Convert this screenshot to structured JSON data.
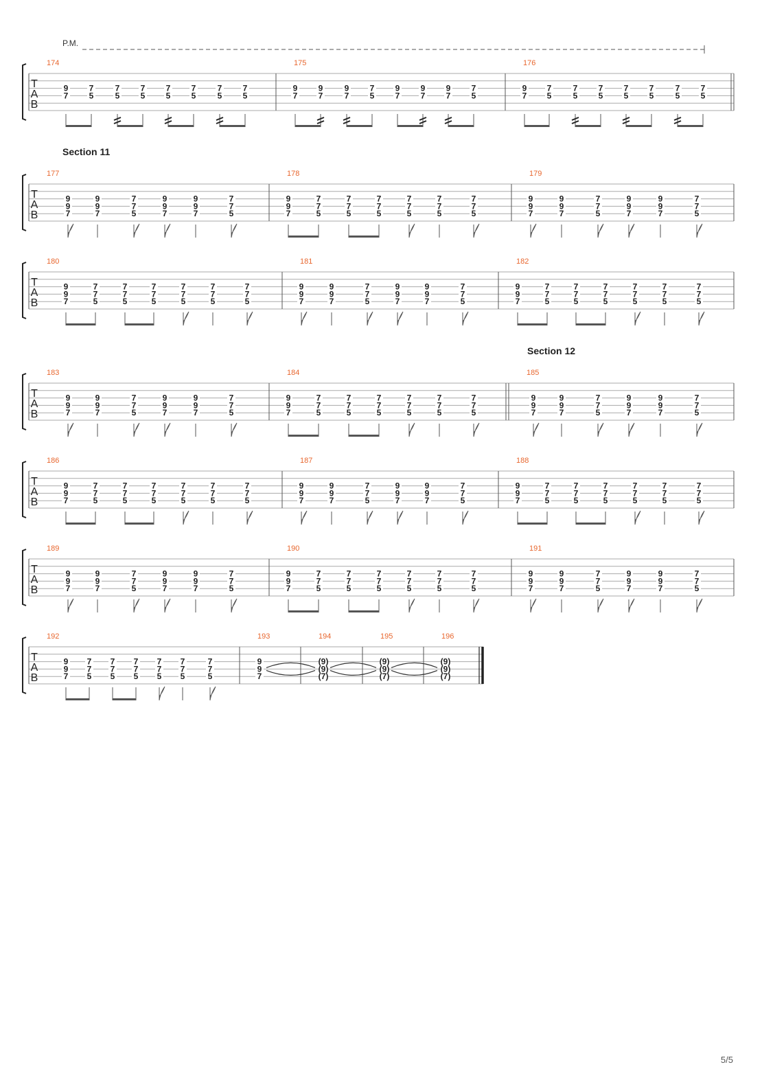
{
  "page": {
    "number": "5/5"
  },
  "annotations": {
    "pm": "P.M."
  },
  "tab_letters": [
    "T",
    "A",
    "B"
  ],
  "sections": [
    {
      "label": "Section 11",
      "before_measure": "177"
    },
    {
      "label": "Section 12",
      "before_measure": "185"
    }
  ],
  "patterns": {
    "pm_bar_a": {
      "chords": [
        [
          "9",
          "7"
        ],
        [
          "7",
          "5"
        ],
        [
          "7",
          "5"
        ],
        [
          "7",
          "5"
        ],
        [
          "7",
          "5"
        ],
        [
          "7",
          "5"
        ],
        [
          "7",
          "5"
        ],
        [
          "7",
          "5"
        ]
      ],
      "beams": [
        [
          0,
          1
        ],
        [
          2,
          3
        ],
        [
          4,
          5
        ],
        [
          6,
          7
        ]
      ],
      "tremolo": [
        2,
        4,
        6
      ]
    },
    "pm_bar_b": {
      "chords": [
        [
          "9",
          "7"
        ],
        [
          "9",
          "7"
        ],
        [
          "9",
          "7"
        ],
        [
          "7",
          "5"
        ],
        [
          "9",
          "7"
        ],
        [
          "9",
          "7"
        ],
        [
          "9",
          "7"
        ],
        [
          "7",
          "5"
        ]
      ],
      "beams": [
        [
          0,
          1
        ],
        [
          2,
          3
        ],
        [
          4,
          5
        ],
        [
          6,
          7
        ]
      ],
      "tremolo": [
        1,
        2,
        5,
        6
      ]
    },
    "A": {
      "chords": [
        [
          "9",
          "9",
          "7"
        ],
        [
          "9",
          "9",
          "7"
        ],
        [
          "7",
          "7",
          "5"
        ],
        [
          "9",
          "9",
          "7"
        ],
        [
          "9",
          "9",
          "7"
        ],
        [
          "7",
          "7",
          "5"
        ]
      ],
      "flags": [
        0,
        2,
        3,
        5
      ],
      "stems": [
        1,
        4
      ]
    },
    "B": {
      "chords": [
        [
          "9",
          "9",
          "7"
        ],
        [
          "7",
          "7",
          "5"
        ],
        [
          "7",
          "7",
          "5"
        ],
        [
          "7",
          "7",
          "5"
        ],
        [
          "7",
          "7",
          "5"
        ],
        [
          "7",
          "7",
          "5"
        ],
        [
          "7",
          "7",
          "5"
        ]
      ],
      "beams": [
        [
          0,
          1
        ],
        [
          2,
          3
        ]
      ],
      "flags": [
        4,
        6
      ],
      "stems": [
        5
      ]
    }
  },
  "systems": [
    {
      "measures": [
        {
          "number": "174",
          "pattern": "pm_bar_a"
        },
        {
          "number": "175",
          "pattern": "pm_bar_b"
        },
        {
          "number": "176",
          "pattern": "pm_bar_a"
        }
      ]
    },
    {
      "measures": [
        {
          "number": "177",
          "pattern": "A"
        },
        {
          "number": "178",
          "pattern": "B"
        },
        {
          "number": "179",
          "pattern": "A"
        }
      ]
    },
    {
      "measures": [
        {
          "number": "180",
          "pattern": "B"
        },
        {
          "number": "181",
          "pattern": "A"
        },
        {
          "number": "182",
          "pattern": "B"
        }
      ]
    },
    {
      "measures": [
        {
          "number": "183",
          "pattern": "A"
        },
        {
          "number": "184",
          "pattern": "B"
        },
        {
          "number": "185",
          "pattern": "A"
        }
      ]
    },
    {
      "measures": [
        {
          "number": "186",
          "pattern": "B"
        },
        {
          "number": "187",
          "pattern": "A"
        },
        {
          "number": "188",
          "pattern": "B"
        }
      ]
    },
    {
      "measures": [
        {
          "number": "189",
          "pattern": "A"
        },
        {
          "number": "190",
          "pattern": "B"
        },
        {
          "number": "191",
          "pattern": "A"
        }
      ]
    },
    {
      "measures": [
        {
          "number": "192",
          "pattern": "B"
        },
        {
          "number": "193",
          "chords": [
            [
              "9",
              "9",
              "7"
            ]
          ],
          "tied_to_next": true
        },
        {
          "number": "194",
          "chords": [
            [
              "(9)",
              "(9)",
              "(7)"
            ]
          ],
          "tied_to_next": true
        },
        {
          "number": "195",
          "chords": [
            [
              "(9)",
              "(9)",
              "(7)"
            ]
          ],
          "tied_to_next": true
        },
        {
          "number": "196",
          "chords": [
            [
              "(9)",
              "(9)",
              "(7)"
            ]
          ]
        }
      ]
    }
  ]
}
